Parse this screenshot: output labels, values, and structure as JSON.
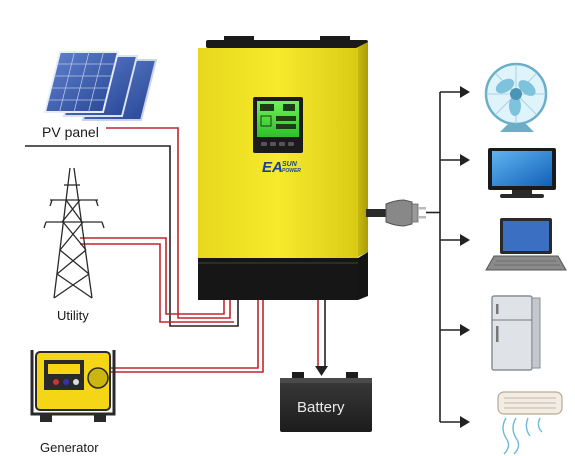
{
  "labels": {
    "pv_panel": "PV panel",
    "utility": "Utility",
    "generator": "Generator",
    "battery": "Battery"
  },
  "inverter": {
    "brand_big": "EA",
    "brand_sun": "SUN",
    "brand_power": "POWER",
    "body_color": "#f2e526",
    "base_color": "#141414"
  },
  "wire_colors": {
    "ac_red": "#c0272d",
    "dc_black": "#222222"
  },
  "loads": [
    "fan-icon",
    "tv-icon",
    "laptop-icon",
    "fridge-icon",
    "air-conditioner-icon"
  ]
}
